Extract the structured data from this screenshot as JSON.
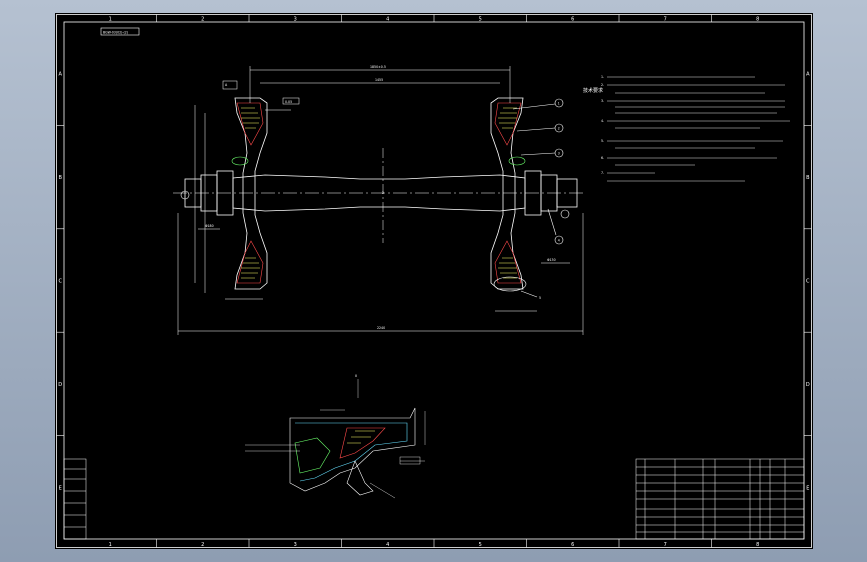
{
  "viewport": {
    "background": "#a3b0c2"
  },
  "sheet": {
    "background": "#000000",
    "line_color": "#ffffff",
    "cyan": "#66e0ff",
    "green": "#6cff6c",
    "red": "#ff4a4a",
    "yellow": "#ffff66",
    "zone_columns": [
      "1",
      "2",
      "3",
      "4",
      "5",
      "6",
      "7",
      "8"
    ],
    "zone_rows": [
      "A",
      "B",
      "C",
      "D",
      "E"
    ]
  },
  "drawing": {
    "corner_code": "BGW-03(02)-(2)",
    "part_numbers": [
      "1",
      "2",
      "3",
      "4",
      "5"
    ],
    "section_label": "II",
    "center_mark": "2",
    "tech_requirements_title": "技术要求",
    "tech_requirements_lines": [
      "1.",
      "2.",
      "3.",
      "4.",
      "5.",
      "6.",
      "7."
    ]
  },
  "title_block": {
    "drawing_name": "",
    "rows": [
      "",
      "",
      "",
      "",
      ""
    ]
  }
}
